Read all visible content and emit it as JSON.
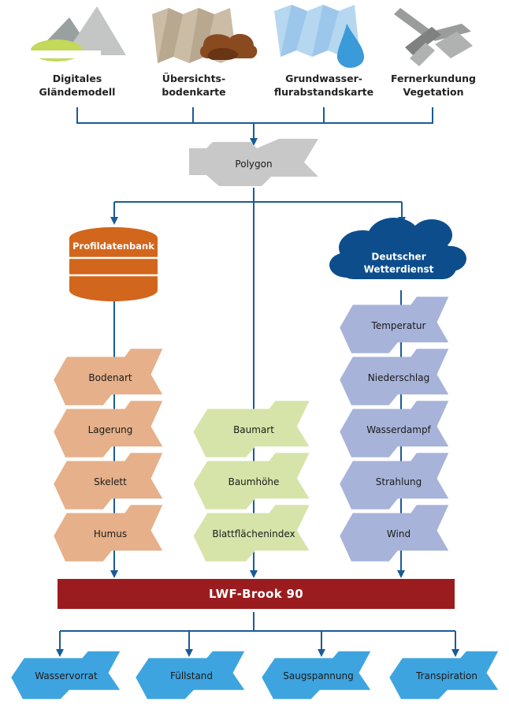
{
  "sources": {
    "dgm": [
      "Digitales",
      "Gländemodell"
    ],
    "buek": [
      "Übersichts-",
      "bodenkarte"
    ],
    "gw": [
      "Grundwasser-",
      "flurabstandskarte"
    ],
    "fe": [
      "Fernerkundung",
      "Vegetation"
    ]
  },
  "polygon": "Polygon",
  "profildatenbank": "Profildatenbank",
  "dwd": [
    "Deutscher",
    "Wetterdienst"
  ],
  "soil": [
    "Bodenart",
    "Lagerung",
    "Skelett",
    "Humus"
  ],
  "vegetation": [
    "Baumart",
    "Baumhöhe",
    "Blattflächenindex"
  ],
  "weather": [
    "Temperatur",
    "Niederschlag",
    "Wasserdampf",
    "Strahlung",
    "Wind"
  ],
  "model": "LWF-Brook 90",
  "outputs": [
    "Wasservorrat",
    "Füllstand",
    "Saugspannung",
    "Transpiration"
  ],
  "colors": {
    "line": "#1a5b96",
    "soil": "#e5b08a",
    "vegetation": "#d6e4a9",
    "weather": "#a7b3d9",
    "output": "#3ea4e0",
    "polygon": "#c8c8c8",
    "db": "#d2661c",
    "cloud": "#0d4d8c",
    "model": "#9b1c1f"
  }
}
